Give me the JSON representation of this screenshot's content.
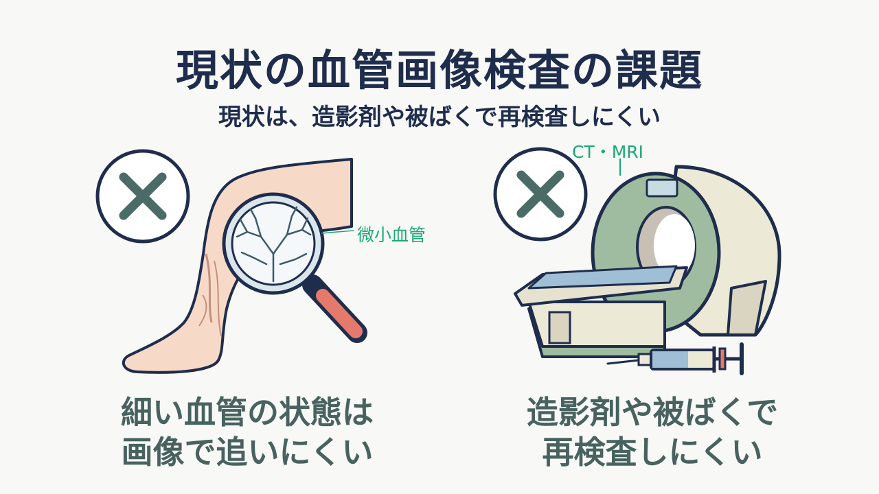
{
  "title": "現状の血管画像検査の課題",
  "subtitle": "現状は、造影剤や被ばくで再検査しにくい",
  "left_panel": {
    "label": "微小血管",
    "caption_line1": "細い血管の状態は",
    "caption_line2": "画像で追いにくい",
    "icon": "x-mark-icon"
  },
  "right_panel": {
    "label": "CT・MRI",
    "caption_line1": "造影剤や被ばくで",
    "caption_line2": "再検査しにくい",
    "icon": "x-mark-icon"
  },
  "colors": {
    "navy": "#1f2d4d",
    "x_mark": "#4b6b66",
    "label_green": "#19a974",
    "skin": "#f7d9c8",
    "scanner_green": "#9fbca0",
    "scanner_cream": "#ece9d7",
    "magnifier_handle": "#e57a6c"
  }
}
